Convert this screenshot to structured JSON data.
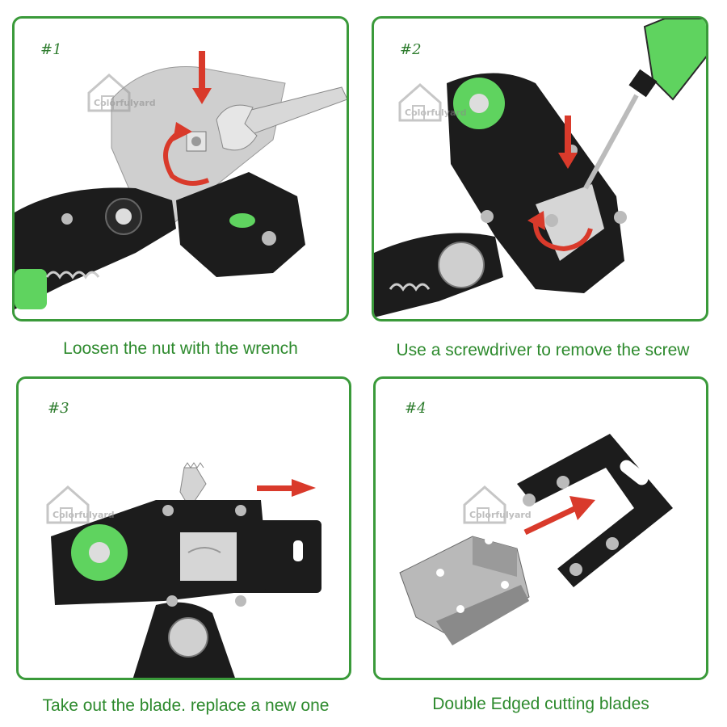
{
  "panels": [
    {
      "step": "#1",
      "caption": "Loosen the nut with the wrench",
      "watermark": "Colorfulyard",
      "icons": [
        "grafting-tool-icon",
        "wrench-icon",
        "nut-icon",
        "rotate-arrow-icon",
        "down-arrow-icon"
      ]
    },
    {
      "step": "#2",
      "caption": "Use a screwdriver to remove the screw",
      "watermark": "Colorfulyard",
      "icons": [
        "grafting-tool-icon",
        "screwdriver-icon",
        "screw-icon",
        "rotate-arrow-icon",
        "down-arrow-icon"
      ]
    },
    {
      "step": "#3",
      "caption": "Take out the blade. replace a new one",
      "watermark": "Colorfulyard",
      "icons": [
        "grafting-tool-icon",
        "blade-icon",
        "right-arrow-icon"
      ]
    },
    {
      "step": "#4",
      "caption": "Double Edged cutting blades",
      "watermark": "Colorfulyard",
      "icons": [
        "blade-bracket-icon",
        "blade-frame-icon",
        "diagonal-arrow-icon"
      ]
    }
  ],
  "colors": {
    "frame": "#3a9a3a",
    "caption": "#2d8a2d",
    "accent_arrow": "#d93a2b",
    "tool_body": "#1a1a1a",
    "knob": "#5fd35f",
    "metal": "#c8c8c8"
  }
}
